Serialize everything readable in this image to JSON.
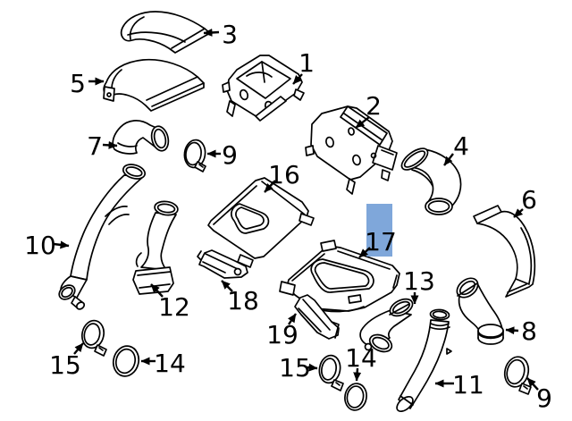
{
  "diagram": {
    "type": "exploded-parts-diagram",
    "selected_callout": "17",
    "colors": {
      "background": "#ffffff",
      "line": "#000000",
      "label": "#000000",
      "highlight_fill": "#7fa7da",
      "highlight_text": "#1c2a52"
    },
    "callouts": [
      {
        "id": "1",
        "label": "1",
        "highlighted": false
      },
      {
        "id": "2",
        "label": "2",
        "highlighted": false
      },
      {
        "id": "3",
        "label": "3",
        "highlighted": false
      },
      {
        "id": "4",
        "label": "4",
        "highlighted": false
      },
      {
        "id": "5",
        "label": "5",
        "highlighted": false
      },
      {
        "id": "6",
        "label": "6",
        "highlighted": false
      },
      {
        "id": "7",
        "label": "7",
        "highlighted": false
      },
      {
        "id": "8",
        "label": "8",
        "highlighted": false
      },
      {
        "id": "9a",
        "label": "9",
        "highlighted": false
      },
      {
        "id": "9b",
        "label": "9",
        "highlighted": false
      },
      {
        "id": "10",
        "label": "10",
        "highlighted": false
      },
      {
        "id": "11",
        "label": "11",
        "highlighted": false
      },
      {
        "id": "12",
        "label": "12",
        "highlighted": false
      },
      {
        "id": "13",
        "label": "13",
        "highlighted": false
      },
      {
        "id": "14a",
        "label": "14",
        "highlighted": false
      },
      {
        "id": "14b",
        "label": "14",
        "highlighted": false
      },
      {
        "id": "15a",
        "label": "15",
        "highlighted": false
      },
      {
        "id": "15b",
        "label": "15",
        "highlighted": false
      },
      {
        "id": "16",
        "label": "16",
        "highlighted": false
      },
      {
        "id": "17",
        "label": "17",
        "highlighted": true
      },
      {
        "id": "18",
        "label": "18",
        "highlighted": false
      },
      {
        "id": "19",
        "label": "19",
        "highlighted": false
      }
    ]
  }
}
